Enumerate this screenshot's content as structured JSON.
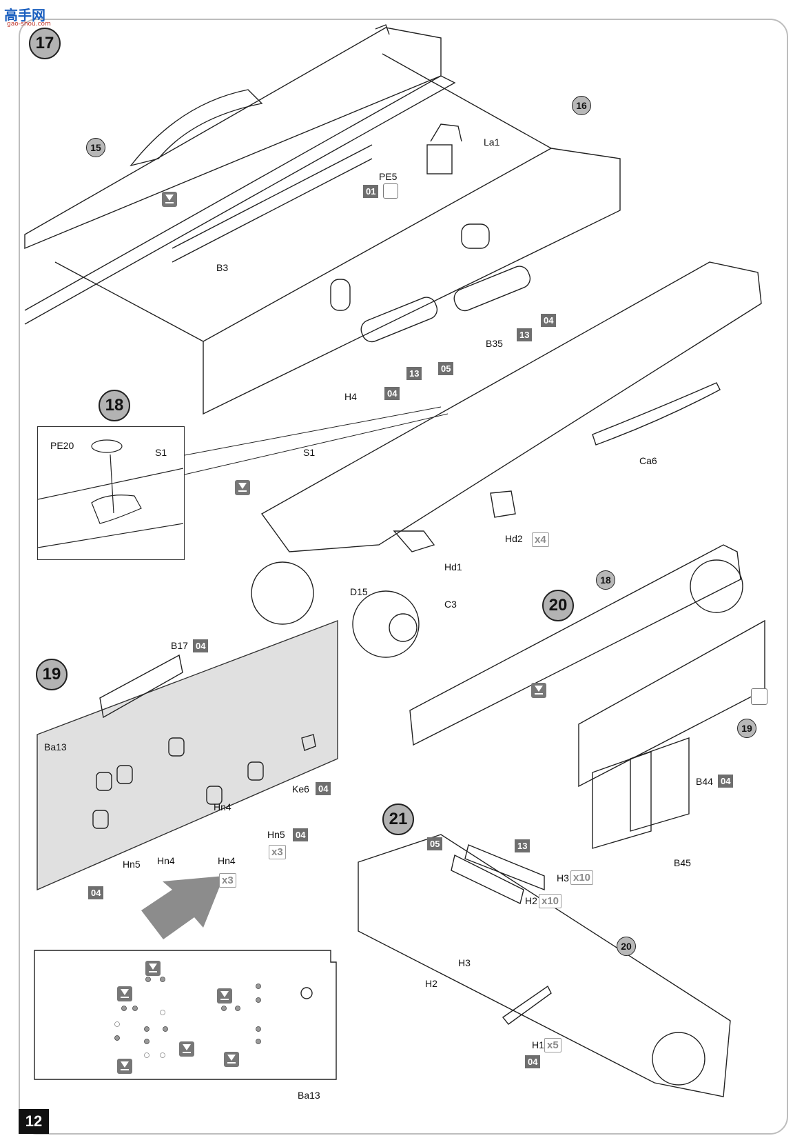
{
  "watermark": {
    "text": "高手网",
    "url": "gao-shou.com"
  },
  "page_number": "12",
  "steps": [
    "17",
    "18",
    "19",
    "20",
    "21"
  ],
  "refs": {
    "r15": "15",
    "r16": "16",
    "r18": "18",
    "r19": "19",
    "r20": "20"
  },
  "parts": {
    "pe5": "PE5",
    "la1": "La1",
    "b3": "B3",
    "h4": "H4",
    "b35": "B35",
    "pe20": "PE20",
    "s1_inset": "S1",
    "s1": "S1",
    "ca6": "Ca6",
    "hd2": "Hd2",
    "hd1": "Hd1",
    "d15": "D15",
    "c3": "C3",
    "b17": "B17",
    "ba13": "Ba13",
    "ke6": "Ke6",
    "hn4_a": "Hn4",
    "hn5_a": "Hn5",
    "hn5_b": "Hn5",
    "hn4_b": "Hn4",
    "hn4_c": "Hn4",
    "b44": "B44",
    "b45": "B45",
    "h3_a": "H3",
    "h2_a": "H2",
    "h3_b": "H3",
    "h2_b": "H2",
    "h1": "H1",
    "ba13_b": "Ba13"
  },
  "badges": {
    "b01": "01",
    "b04_a": "04",
    "b13_a": "13",
    "b05": "05",
    "b13_b": "13",
    "b04_b": "04",
    "b04_c": "04",
    "b04_d": "04",
    "b04_e": "04",
    "b04_f": "04",
    "b04_g": "04",
    "b05_b": "05",
    "b13_c": "13",
    "b04_h": "04"
  },
  "multipliers": {
    "x4": "x4",
    "x3_a": "x3",
    "x3_b": "x3",
    "x10_a": "x10",
    "x10_b": "x10",
    "x5": "x5"
  },
  "colors": {
    "badge": "#6e6e6e",
    "step_circle": "#b3b3b3",
    "panel_fill": "#dcdcdc",
    "frame": "#bdbdbd"
  }
}
